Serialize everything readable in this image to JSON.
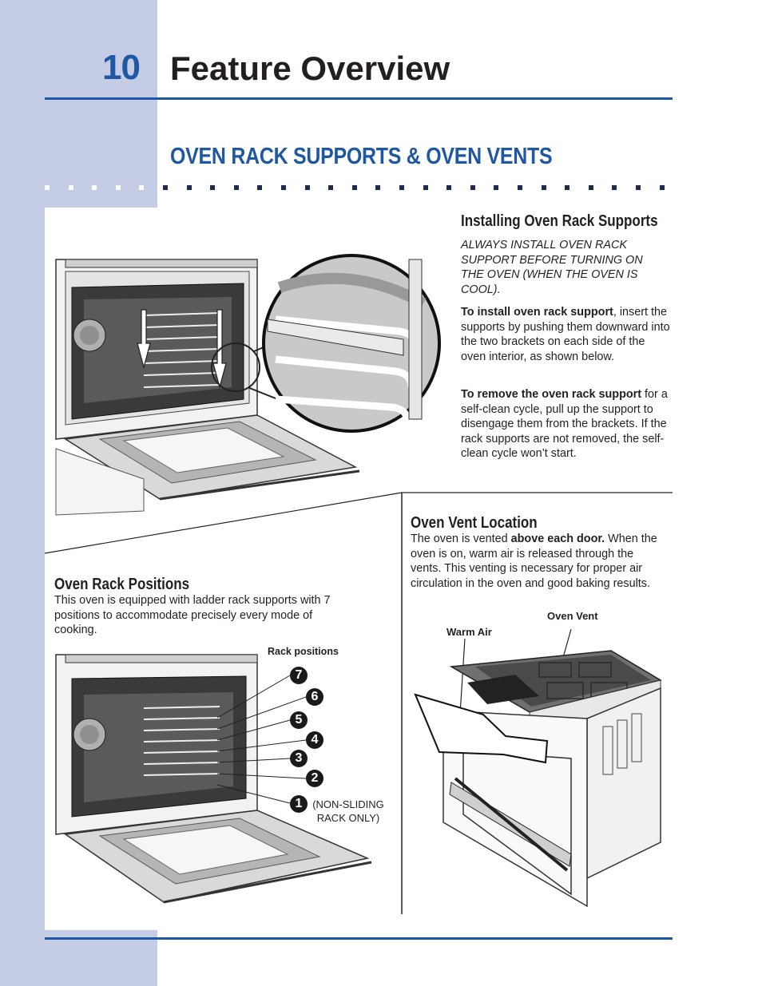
{
  "header": {
    "page_number": "10",
    "title": "Feature Overview"
  },
  "section": {
    "title": "OVEN RACK SUPPORTS & OVEN VENTS"
  },
  "installing": {
    "heading": "Installing Oven Rack Supports",
    "warning": "ALWAYS INSTALL OVEN RACK SUPPORT BEFORE TURNING ON THE OVEN (WHEN THE OVEN IS COOL).",
    "install_bold": "To install oven rack support",
    "install_text": ", insert the supports by pushing them downward into the two brackets on each side of the oven interior, as shown below.",
    "remove_bold": "To remove the oven rack support",
    "remove_text": " for a self-clean cycle, pull up the support to disengage them from the brackets. If the rack supports are not removed, the self-clean cycle won’t start."
  },
  "vent": {
    "heading": "Oven Vent Location",
    "text_before": "The oven is vented ",
    "text_bold": "above each door.",
    "text_after": " When the oven is on, warm air is released through the vents. This venting is necessary for proper air circulation in the oven and good baking results.",
    "label_oven_vent": "Oven Vent",
    "label_warm_air": "Warm Air"
  },
  "positions": {
    "heading": "Oven Rack Positions",
    "text": "This oven is equipped with ladder rack supports with 7 positions to accommodate precisely every mode of cooking.",
    "rack_label": "Rack  positions",
    "numbers": [
      "7",
      "6",
      "5",
      "4",
      "3",
      "2",
      "1"
    ],
    "note_line1": "(NON-SLIDING",
    "note_line2": "RACK ONLY)"
  },
  "colors": {
    "brand_blue": "#1e58a3",
    "sidebar": "#c5cde6"
  }
}
